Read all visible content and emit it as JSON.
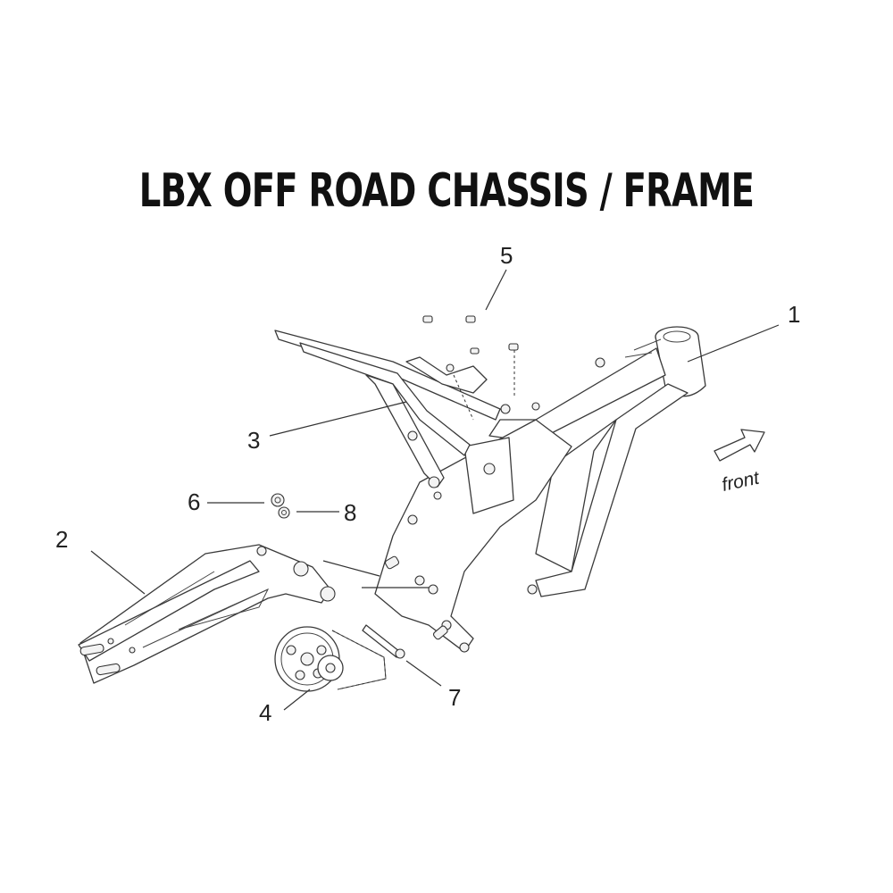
{
  "title": "LBX OFF ROAD CHASSIS / FRAME",
  "direction_label": "front",
  "callouts": [
    {
      "number": "1",
      "part": "main-frame"
    },
    {
      "number": "2",
      "part": "swingarm"
    },
    {
      "number": "3",
      "part": "rear-subframe"
    },
    {
      "number": "4",
      "part": "sprocket-and-chain"
    },
    {
      "number": "5",
      "part": "bolts"
    },
    {
      "number": "6",
      "part": "nut"
    },
    {
      "number": "7",
      "part": "swingarm-pivot-axle"
    },
    {
      "number": "8",
      "part": "washer"
    }
  ]
}
